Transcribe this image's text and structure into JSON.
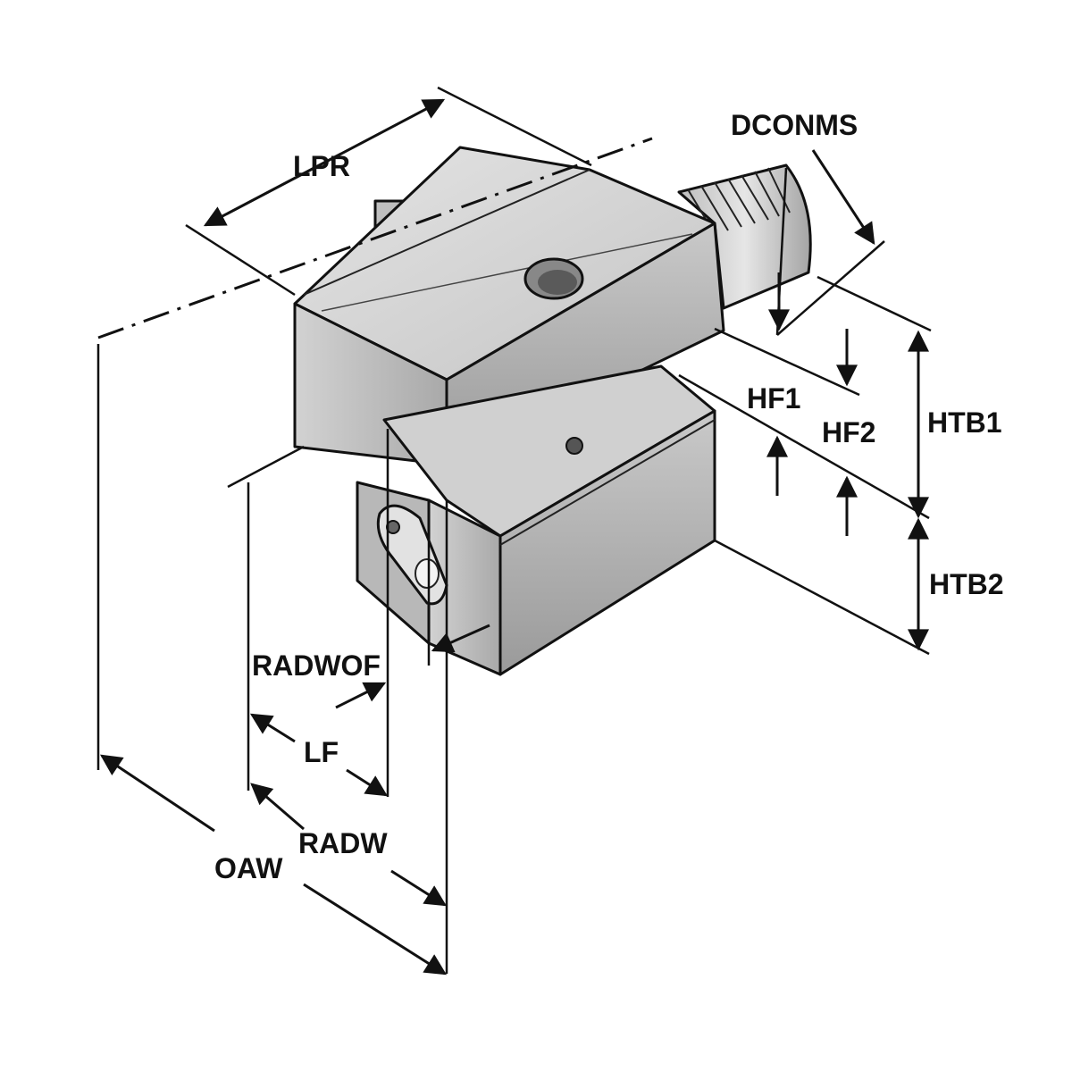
{
  "labels": {
    "lpr": "LPR",
    "dconms": "DCONMS",
    "hf1": "HF1",
    "hf2": "HF2",
    "htb1": "HTB1",
    "htb2": "HTB2",
    "radwof": "RADWOF",
    "lf": "LF",
    "radw": "RADW",
    "oaw": "OAW"
  },
  "colors": {
    "steel_light": "#d9d9d9",
    "steel_mid": "#b5b5b5",
    "steel_dark": "#8e8e8e",
    "ink": "#111111",
    "background": "#ffffff"
  }
}
